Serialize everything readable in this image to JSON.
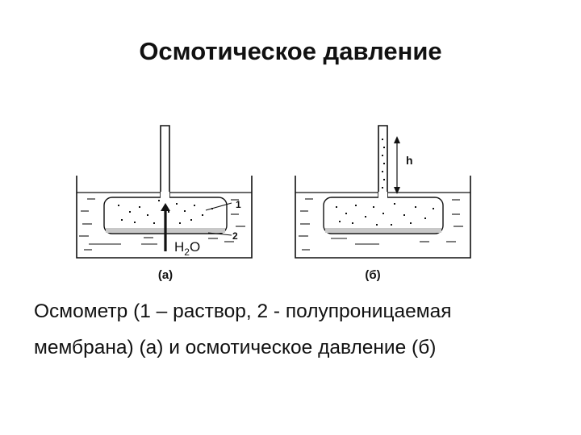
{
  "slide": {
    "title": "Осмотическое давление",
    "caption_line1": "Осмометр (1 – раствор, 2 - полупроницаемая",
    "caption_line2": "мембрана) (а) и осмотическое давление (б)"
  },
  "diagram": {
    "panel_a_label": "(а)",
    "panel_b_label": "(б)",
    "label_solution": "1",
    "label_membrane": "2",
    "label_water": "H",
    "label_water_sub": "2",
    "label_water_o": "O",
    "label_height": "h"
  },
  "colors": {
    "line": "#111111",
    "membrane": "#c8c8c8",
    "background": "#ffffff"
  }
}
